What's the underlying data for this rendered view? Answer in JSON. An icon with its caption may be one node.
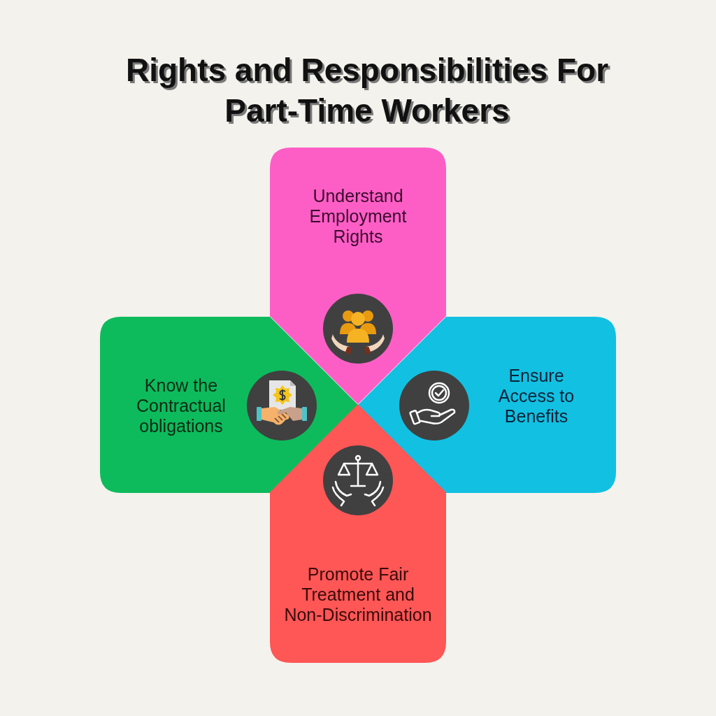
{
  "diagram": {
    "title": "Rights and Responsibilities For Part-Time Workers",
    "nodes": [
      {
        "text": [
          "Understand Employment Rights"
        ]
      },
      {
        "text": [
          "Know the Contractual obligations"
        ]
      },
      {
        "text": [
          "Ensure Access to Benefits"
        ]
      },
      {
        "text": [
          "Promote Fair Treatment and Non-Discrimination"
        ]
      }
    ]
  }
}
